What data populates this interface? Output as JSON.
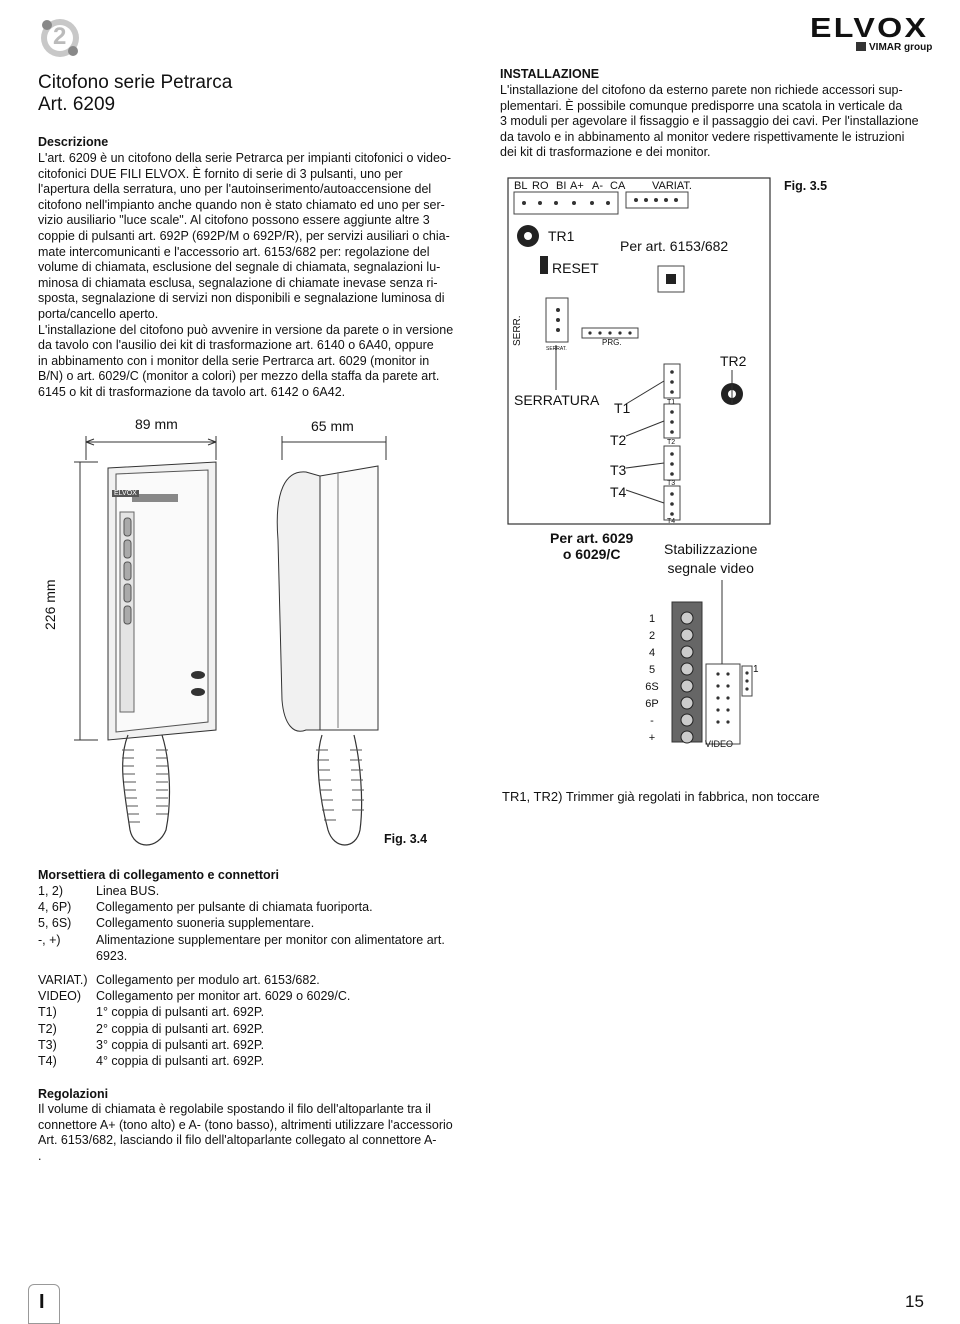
{
  "header": {
    "chapter_number": "2",
    "brand": "ELVOX",
    "group": "VIMAR group"
  },
  "left": {
    "title_line1": "Citofono serie Petrarca",
    "title_line2": "Art. 6209",
    "descr_heading": "Descrizione",
    "descr_lines": [
      "L'art. 6209 è un citofono della serie Petrarca per impianti citofonici o video-",
      "citofonici  DUE FILI ELVOX. È fornito di serie di 3 pulsanti, uno per",
      "l'apertura della serratura, uno per l'autoinserimento/autoaccensione del",
      "citofono nell'impianto anche quando non è stato chiamato ed uno per ser-",
      "vizio ausiliario \"luce scale\". Al citofono possono essere aggiunte altre 3",
      "coppie di pulsanti art. 692P (692P/M o 692P/R), per servizi ausiliari o chia-",
      "mate intercomunicanti e l'accessorio art. 6153/682 per: regolazione del",
      "volume di chiamata, esclusione del segnale di chiamata, segnalazioni lu-",
      "minosa di chiamata esclusa, segnalazione di chiamate  inevase senza ri-",
      "sposta, segnalazione di servizi non disponibili e segnalazione luminosa di",
      "porta/cancello aperto.",
      "L'installazione del citofono può avvenire in versione da parete o in versione",
      "da tavolo con l'ausilio dei kit di trasformazione art. 6140 o 6A40, oppure",
      "in abbinamento con i monitor della serie Pertrarca art. 6029 (monitor in",
      "B/N) o art. 6029/C (monitor a colori) per mezzo della staffa da parete art.",
      "6145 o kit di trasformazione da tavolo art. 6142 o 6A42."
    ]
  },
  "right": {
    "install_heading": "INSTALLAZIONE",
    "install_lines": [
      "L'installazione del citofono da esterno parete non richiede accessori sup-",
      "plementari. È possibile comunque predisporre una scatola in verticale da",
      "3 moduli per agevolare il fissaggio e il passaggio dei cavi. Per l'installazione",
      "da tavolo e in abbinamento al monitor vedere rispettivamente le istruzioni",
      "dei kit di trasformazione e dei monitor."
    ]
  },
  "figure34": {
    "dim_width_left": "89 mm",
    "dim_width_right": "65 mm",
    "dim_height": "226 mm",
    "caption": "Fig. 3.4",
    "handset_brand": "ELVOX"
  },
  "figure35": {
    "caption": "Fig. 3.5",
    "top_connector_labels": [
      "BL",
      "RO",
      "BI",
      "A+",
      "A-",
      "CA"
    ],
    "variat_label": "VARIAT.",
    "tr1": "TR1",
    "reset": "RESET",
    "per_6153": "Per art. 6153/682",
    "serr_vertical": "SERR.",
    "serrat_small": "SERRAT.",
    "prg": "PRG.",
    "tr2": "TR2",
    "serratura": "SERRATURA",
    "t_labels": [
      "T1",
      "T2",
      "T3",
      "T4"
    ],
    "t_small": [
      "T1",
      "T2",
      "T3",
      "T4"
    ],
    "per_6029_line1": "Per art. 6029",
    "per_6029_line2": "o 6029/C",
    "stab_line1": "Stabilizzazione",
    "stab_line2": "segnale video",
    "terminal_labels": [
      "1",
      "2",
      "4",
      "5",
      "6S",
      "6P",
      "-",
      "+"
    ],
    "video_label": "VIDEO",
    "video_pin_label": "1",
    "trimmer_note": "TR1, TR2) Trimmer già regolati in fabbrica, non toccare"
  },
  "morsettiera": {
    "heading": "Morsettiera di collegamento  e connettori",
    "rows": [
      {
        "k": "1, 2)",
        "v": "Linea BUS."
      },
      {
        "k": "4, 6P)",
        "v": "Collegamento per pulsante di chiamata fuoriporta."
      },
      {
        "k": "5, 6S)",
        "v": "Collegamento suoneria supplementare."
      },
      {
        "k": "-, +)",
        "v": "Alimentazione supplementare per monitor con alimentatore art."
      },
      {
        "k": "",
        "v": "6923."
      }
    ],
    "rows2": [
      {
        "k": "VARIAT.)",
        "v": "Collegamento per modulo art. 6153/682."
      },
      {
        "k": "VIDEO)",
        "v": "Collegamento per monitor art. 6029 o 6029/C."
      },
      {
        "k": "T1)",
        "v": "1° coppia di pulsanti art. 692P."
      },
      {
        "k": "T2)",
        "v": "2° coppia di pulsanti art. 692P."
      },
      {
        "k": "T3)",
        "v": "3° coppia di pulsanti art. 692P."
      },
      {
        "k": "T4)",
        "v": "4° coppia di pulsanti art. 692P."
      }
    ]
  },
  "regolazioni": {
    "heading": "Regolazioni",
    "lines": [
      "Il volume di chiamata è regolabile spostando il filo dell'altoparlante tra il",
      "connettore A+ (tono alto) e A- (tono basso), altrimenti utilizzare l'accessorio",
      "Art. 6153/682, lasciando il filo dell'altoparlante collegato al connettore A-",
      "."
    ]
  },
  "footer": {
    "lang": "I",
    "page": "15"
  }
}
